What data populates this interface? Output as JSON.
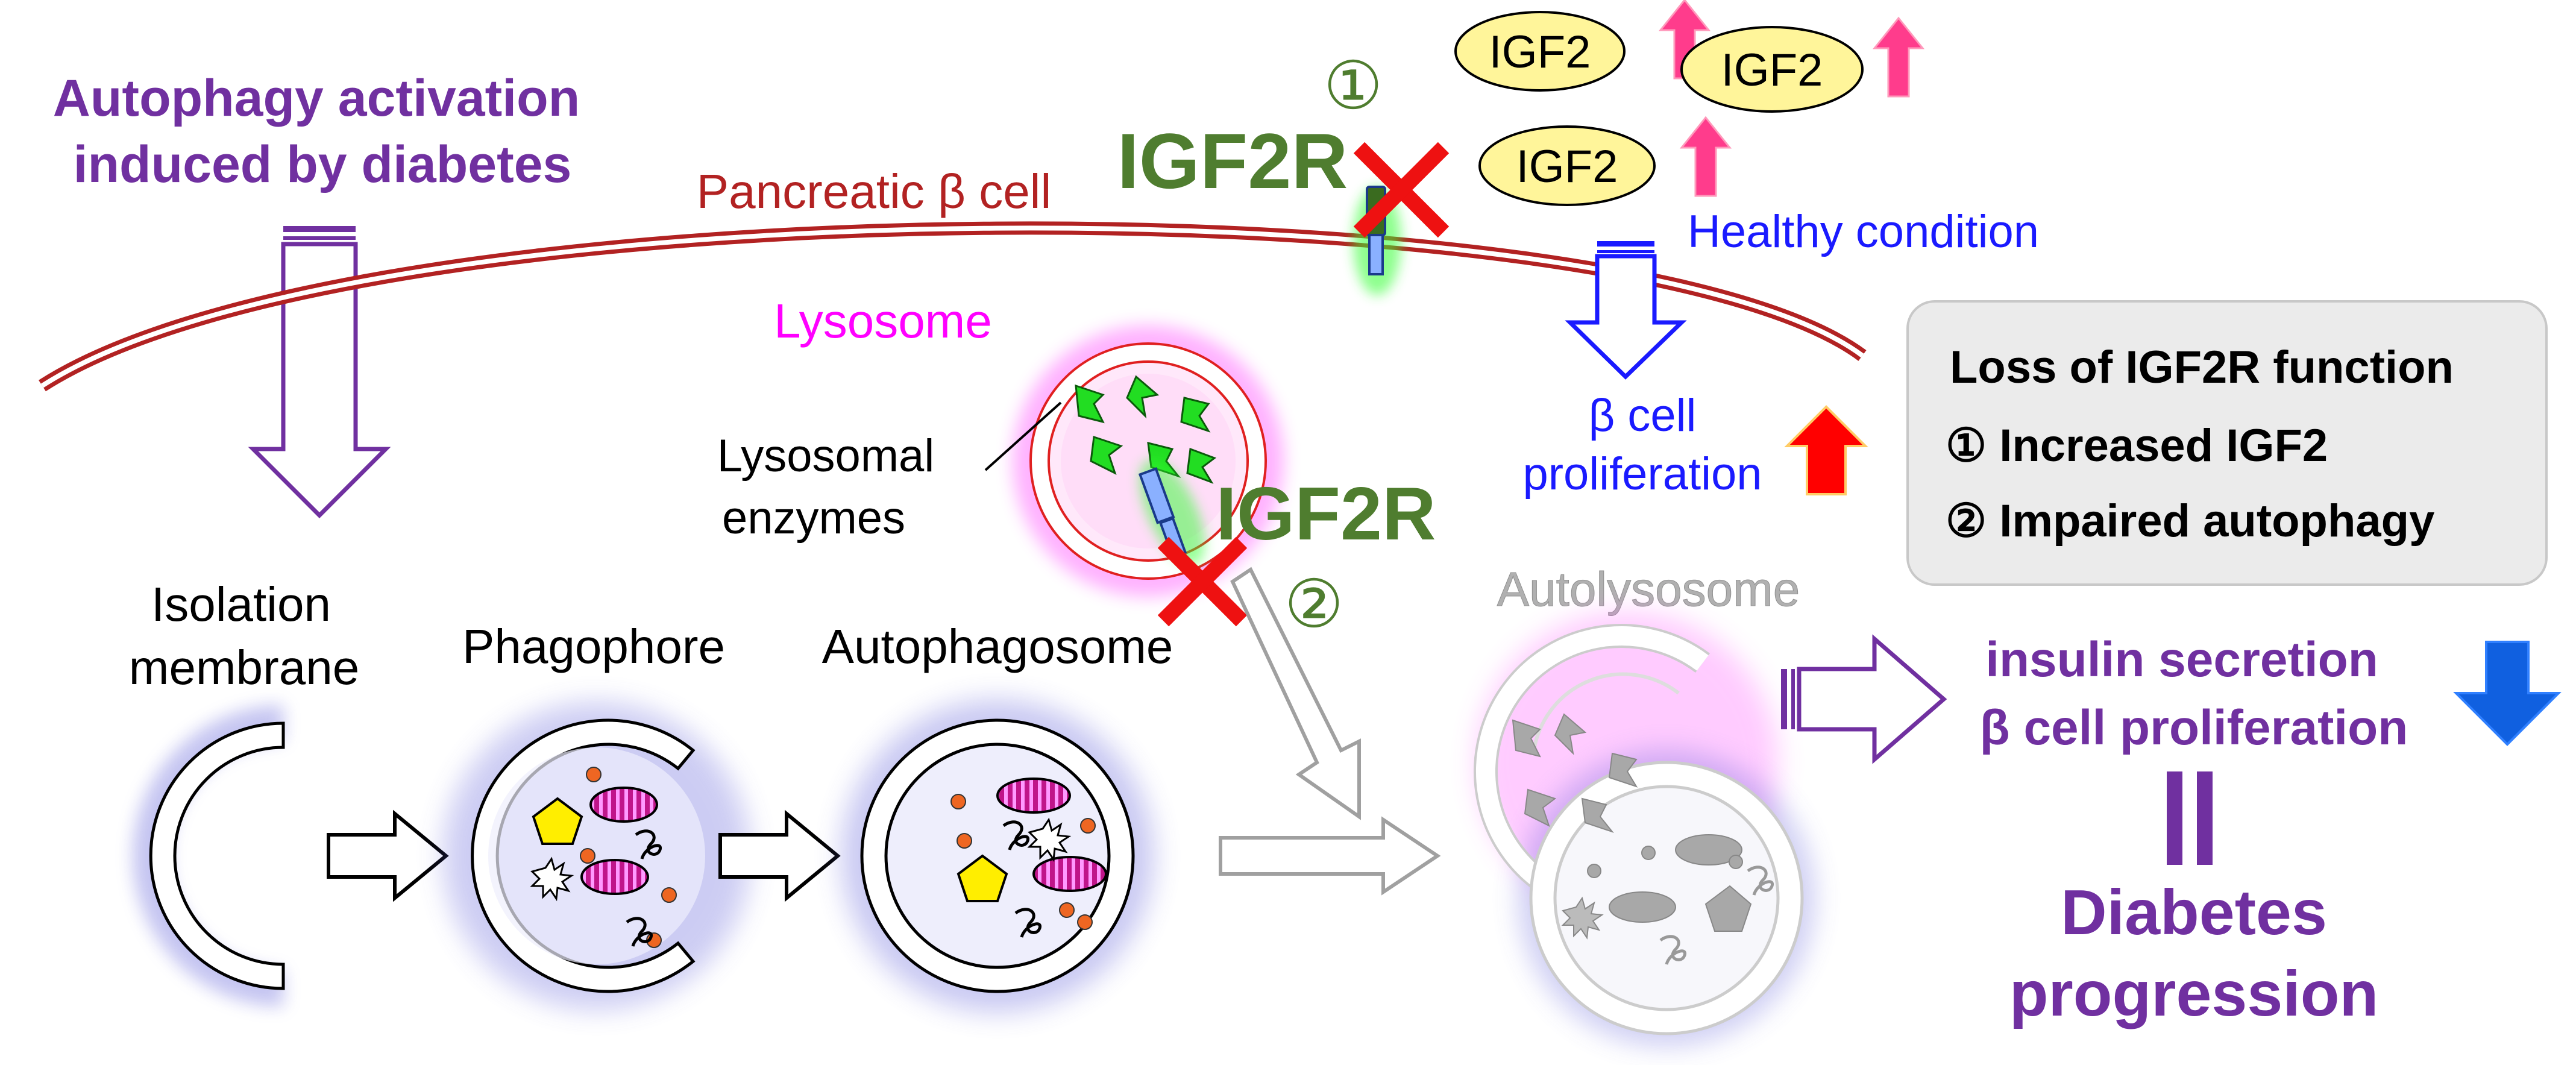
{
  "title_left": {
    "line1": "Autophagy activation",
    "line2": "induced by diabetes"
  },
  "membrane_label": "Pancreatic β cell",
  "receptor_top": {
    "label": "IGF2R",
    "number": "①"
  },
  "igf2_ligands": [
    "IGF2",
    "IGF2",
    "IGF2"
  ],
  "healthy": {
    "label": "Healthy condition",
    "result_line1": "β cell",
    "result_line2": "proliferation"
  },
  "lysosome": {
    "label": "Lysosome",
    "enzymes_line1": "Lysosomal",
    "enzymes_line2": "enzymes"
  },
  "receptor_lysosome": {
    "label": "IGF2R",
    "number": "②"
  },
  "stages": {
    "isolation_line1": "Isolation",
    "isolation_line2": "membrane",
    "phagophore": "Phagophore",
    "autophagosome": "Autophagosome",
    "autolysosome": "Autolysosome"
  },
  "summary_box": {
    "title": "Loss of IGF2R function",
    "item1": "① Increased IGF2",
    "item2": "② Impaired autophagy"
  },
  "outcome": {
    "line1": "insulin secretion",
    "line2": "β cell proliferation",
    "result_line1": "Diabetes",
    "result_line2": "progression"
  },
  "colors": {
    "purple": "#7030a0",
    "membrane_red": "#b22222",
    "igf2r_green": "#4f7d2f",
    "lysosome_magenta": "#ff00ff",
    "healthy_blue": "#1a1aff",
    "igf2_fill": "#fff59a",
    "cross_red": "#ee1111",
    "up_arrow_red": "#ff0000",
    "down_arrow_blue": "#1060e0",
    "pink_arrow": "#ff3c8c",
    "enzyme_green": "#22dd22",
    "grey_text": "#b0b0b0",
    "summary_bg": "#ebebeb"
  }
}
